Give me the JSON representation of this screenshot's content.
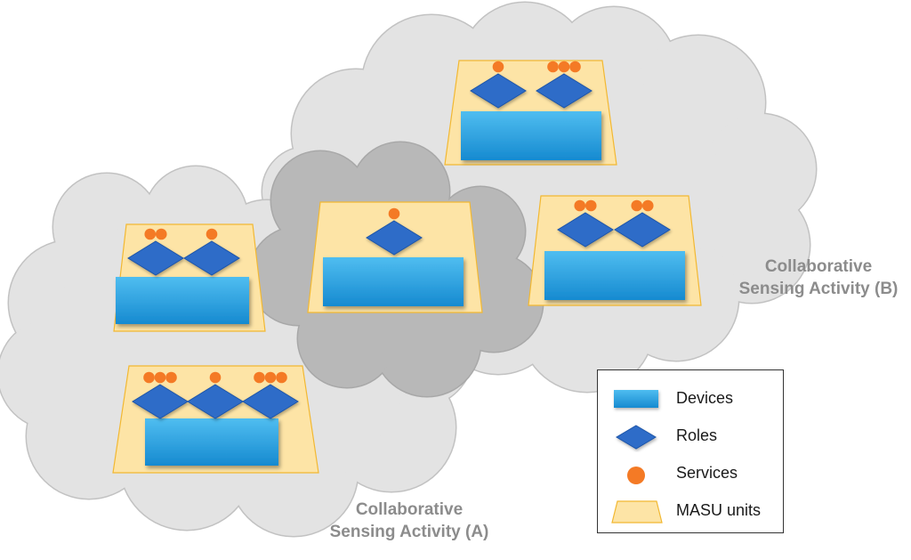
{
  "clouds": [
    {
      "id": "A",
      "label_lines": [
        "Collaborative",
        "Sensing Activity (A)"
      ]
    },
    {
      "id": "B",
      "label_lines": [
        "Collaborative",
        "Sensing Activity (B)"
      ]
    }
  ],
  "legend": {
    "items": [
      {
        "key": "devices",
        "label": "Devices"
      },
      {
        "key": "roles",
        "label": "Roles"
      },
      {
        "key": "services",
        "label": "Services"
      },
      {
        "key": "masu",
        "label": "MASU units"
      }
    ]
  },
  "colors": {
    "cloud_fill": "#e3e3e3",
    "cloud_stroke": "#c2c2c2",
    "cloud_overlap": "#b8b8b8",
    "masu_fill": "#fde4a6",
    "masu_stroke": "#f2b832",
    "device_top": "#48b6ec",
    "device_bottom": "#1a8fd0",
    "role_fill": "#2d6cc8",
    "role_stroke": "#1f55a8",
    "service_fill": "#f47a25",
    "label_gray": "#8c8c8c"
  },
  "masu_units": [
    {
      "name": "masu-unit-b-top",
      "services_per_role": [
        1,
        3
      ]
    },
    {
      "name": "masu-unit-b-right",
      "services_per_role": [
        2,
        2
      ]
    },
    {
      "name": "masu-unit-shared",
      "services_per_role": [
        1
      ]
    },
    {
      "name": "masu-unit-a-top",
      "services_per_role": [
        2,
        1
      ]
    },
    {
      "name": "masu-unit-a-bottom",
      "services_per_role": [
        3,
        1,
        3
      ]
    }
  ]
}
